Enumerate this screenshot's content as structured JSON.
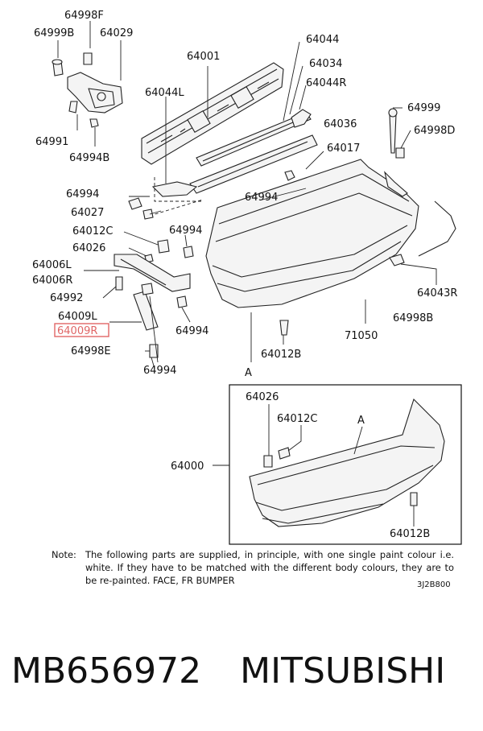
{
  "diagram": {
    "labels": {
      "p64998F": "64998F",
      "p64999B": "64999B",
      "p64029": "64029",
      "p64001": "64001",
      "p64044a": "64044",
      "p64034": "64034",
      "p64044L": "64044L",
      "p64044R": "64044R",
      "p64991": "64991",
      "p64994B": "64994B",
      "p64036": "64036",
      "p64999": "64999",
      "p64998D": "64998D",
      "p64017": "64017",
      "p64994a": "64994",
      "p64994b": "64994",
      "p64027": "64027",
      "p64994c": "64994",
      "p64012C_a": "64012C",
      "p64026_a": "64026",
      "p64006L": "64006L",
      "p64006R": "64006R",
      "p64992": "64992",
      "p64043R": "64043R",
      "p64009L": "64009L",
      "p64009R": "64009R",
      "p64998B": "64998B",
      "p64994d": "64994",
      "p71050": "71050",
      "p64998E": "64998E",
      "p64012B_a": "64012B",
      "p64994e": "64994",
      "pA_a": "A",
      "p64026_b": "64026",
      "p64012C_b": "64012C",
      "pA_b": "A",
      "p64000": "64000",
      "p64012B_b": "64012B"
    },
    "highlighted_label": "64009R",
    "highlight_color": "#e06666"
  },
  "note": {
    "label": "Note:",
    "text": "The following parts are supplied, in principle, with one single paint colour i.e. white. If they have to be matched with the different body colours, they are to be re-painted.",
    "suffix": "FACE, FR BUMPER"
  },
  "diagram_code": "3J2B800",
  "footer": {
    "part_number": "MB656972",
    "brand": "MITSUBISHI"
  }
}
